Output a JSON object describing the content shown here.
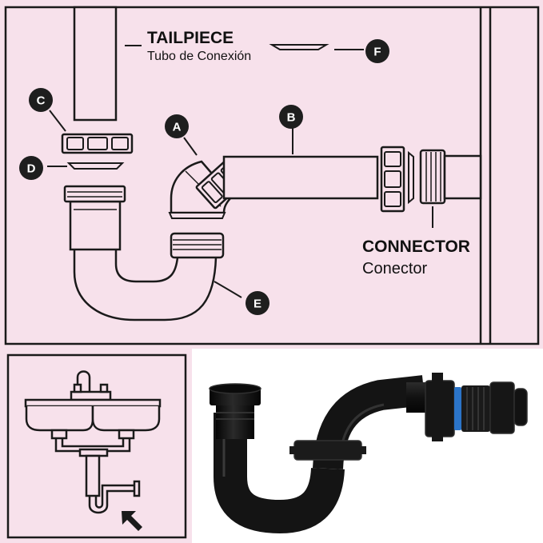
{
  "colors": {
    "background_pink": "#f7e1eb",
    "line": "#1a1a1a",
    "callout_fill": "#1e1e1e",
    "photo_black": "#141414",
    "photo_blue": "#2b74c8",
    "photo_bg": "#ffffff"
  },
  "labels": {
    "tailpiece_en": "TAILPIECE",
    "tailpiece_es": "Tubo de Conexión",
    "connector_en": "CONNECTOR",
    "connector_es": "Conector"
  },
  "callouts": {
    "a": "A",
    "b": "B",
    "c": "C",
    "d": "D",
    "e": "E",
    "f": "F"
  },
  "icons": {
    "pointer": "arrow-pointer-icon"
  }
}
